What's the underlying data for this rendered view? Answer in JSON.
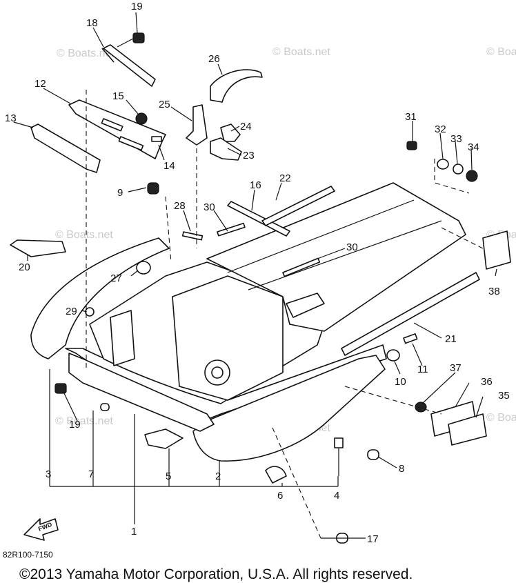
{
  "diagram": {
    "watermark": "© Boats.net",
    "drawing_code": "82R100-7150",
    "copyright": "©2013 Yamaha Motor Corporation, U.S.A. All rights reserved.",
    "forward_label": "FWD",
    "callouts": [
      "1",
      "2",
      "3",
      "4",
      "5",
      "6",
      "7",
      "8",
      "9",
      "10",
      "11",
      "12",
      "13",
      "14",
      "15",
      "16",
      "17",
      "18",
      "19",
      "20",
      "21",
      "22",
      "23",
      "24",
      "25",
      "26",
      "27",
      "28",
      "29",
      "30",
      "31",
      "32",
      "33",
      "34",
      "35",
      "36",
      "37",
      "38"
    ],
    "callout_19b": "19",
    "callout_30b": "30"
  }
}
